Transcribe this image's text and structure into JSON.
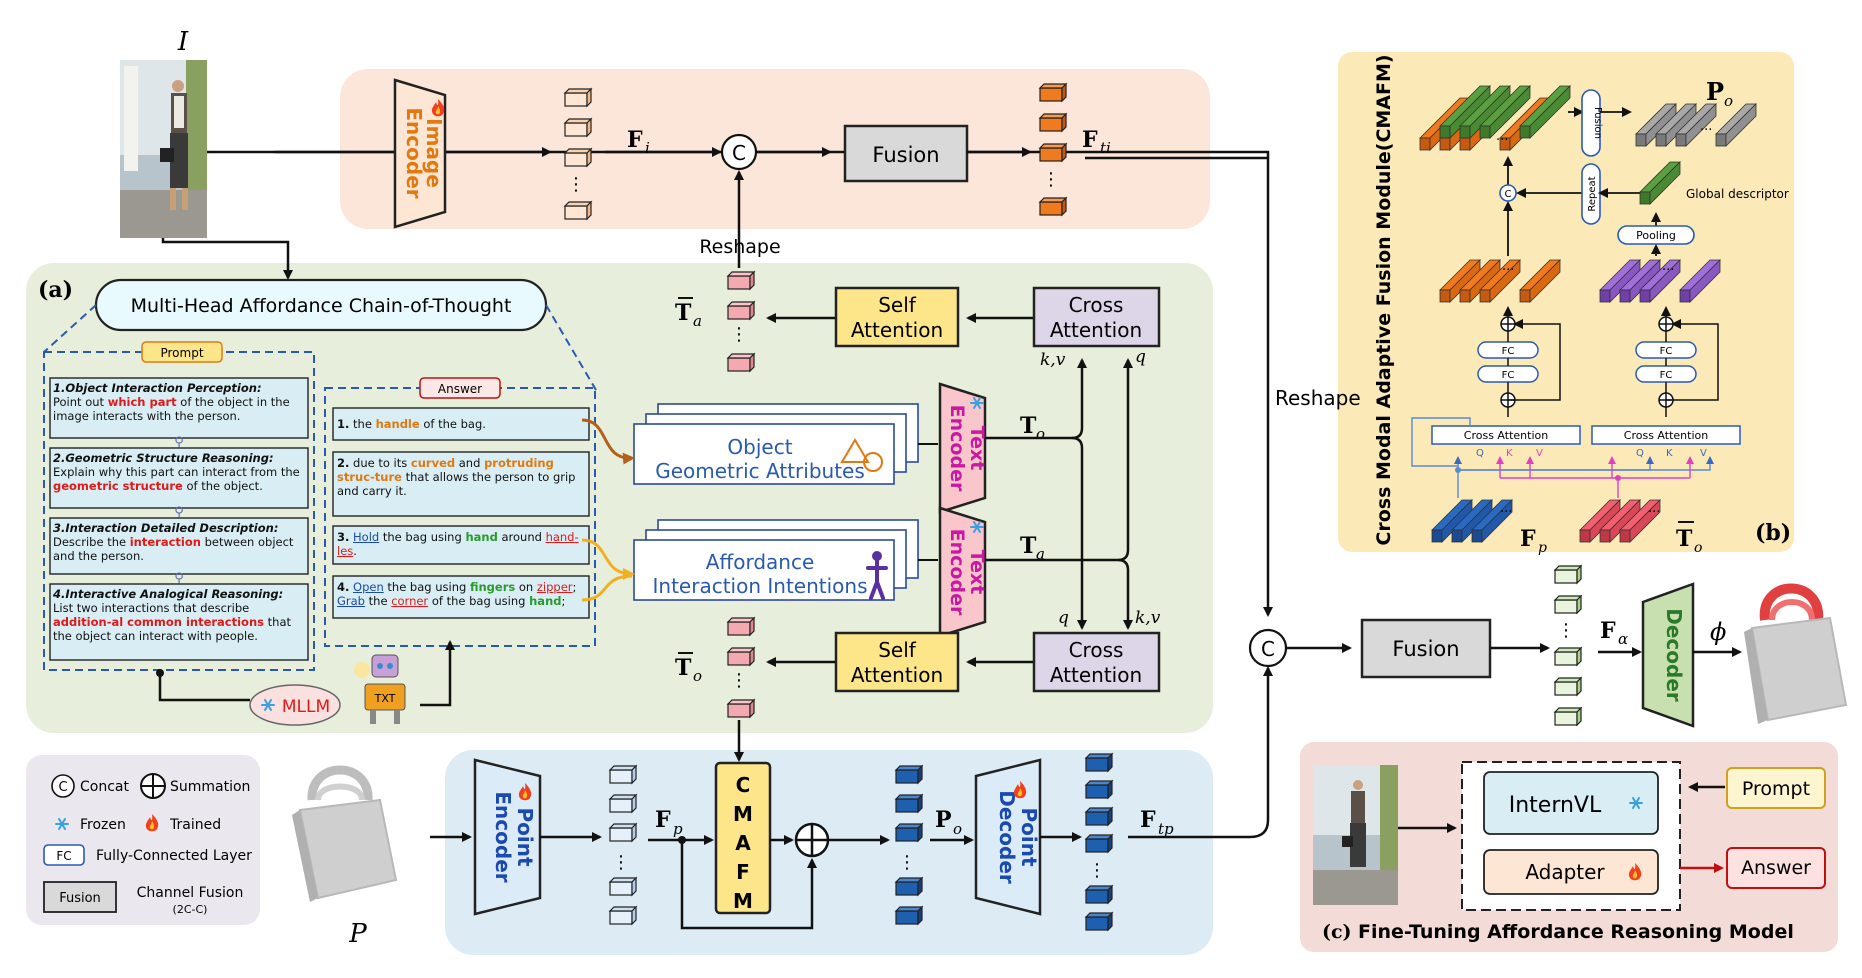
{
  "labels": {
    "I": "I",
    "P": "P",
    "Fi": "F",
    "Fi_sub": "i",
    "Fti": "F",
    "Fti_sub": "ti",
    "Ftp": "F",
    "Ftp_sub": "tp",
    "Fa": "F",
    "Fa_sub": "α",
    "Fp": "F",
    "Fp_sub": "p",
    "Po": "P",
    "Po_sub": "o",
    "To": "T",
    "To_sub": "o",
    "Ta": "T",
    "Ta_sub": "a",
    "Tbar_a": "T",
    "Tbar_a_sub": "a",
    "Tbar_o": "T",
    "Tbar_o_sub": "o",
    "phi": "ϕ",
    "kv": "k,v",
    "q": "q"
  },
  "blocks": {
    "image_encoder": [
      "Image",
      "Encoder"
    ],
    "text_encoder": [
      "Text",
      "Encoder"
    ],
    "point_encoder": [
      "Point",
      "Encoder"
    ],
    "point_decoder": [
      "Point",
      "Decoder"
    ],
    "decoder": "Decoder",
    "fusion": "Fusion",
    "self_attention": [
      "Self",
      "Attention"
    ],
    "cross_attention": [
      "Cross",
      "Attention"
    ],
    "cmafm": [
      "C",
      "M",
      "A",
      "F",
      "M"
    ],
    "reshape": "Reshape",
    "concat_symbol": "C",
    "object_attr": [
      "Object",
      "Geometric Attributes"
    ],
    "afford_attr": [
      "Affordance",
      "Interaction Intentions"
    ]
  },
  "panel_a": {
    "tag": "(a)",
    "title": "Multi-Head Affordance Chain-of-Thought",
    "prompt_tag": "Prompt",
    "answer_tag": "Answer",
    "mllm": "MLLM",
    "robot_txt": "TXT",
    "prompts": [
      {
        "head": "1.Object Interaction Perception:",
        "text": "Point out which part of the object in the image interacts with the person."
      },
      {
        "head": "2.Geometric Structure Reasoning:",
        "text": "Explain why this part can interact from the geometric structure of the object."
      },
      {
        "head": "3.Interaction Detailed Description:",
        "text": "Describe the interaction between object and the person."
      },
      {
        "head": "4.Interactive Analogical Reasoning:",
        "text": "List two interactions that describe additional common interactions that the object can interact with people."
      }
    ],
    "answers": [
      "1. the handle of the bag.",
      "2. due to its curved and protruding structure that allows the person to grip and carry it.",
      "3. Hold the bag using hand around handles.",
      "4. Open the bag using fingers on zipper; Grab the corner of the bag using hand;"
    ]
  },
  "panel_b": {
    "tag": "(b)",
    "title": "Cross Modal Adaptive Fusion Module(CMAFM)",
    "fusion": "Fusion",
    "repeat": "Repeat",
    "pooling": "Pooling",
    "global_descriptor": "Global descriptor",
    "fc": "FC",
    "cross_attention": "Cross Attention",
    "q": "Q",
    "k": "K",
    "v": "V",
    "Po": "P",
    "Po_sub": "o",
    "Fp": "F",
    "Fp_sub": "p",
    "To": "T",
    "To_sub": "o"
  },
  "panel_c": {
    "tag": "(c)",
    "title": "Fine-Tuning Affordance Reasoning Model",
    "internvl": "InternVL",
    "adapter": "Adapter",
    "prompt": "Prompt",
    "answer": "Answer"
  },
  "legend": {
    "concat": "Concat",
    "summation": "Summation",
    "frozen": "Frozen",
    "trained": "Trained",
    "fc_box": "FC",
    "fc_text": "Fully-Connected Layer",
    "fusion_box": "Fusion",
    "fusion_text": "Channel Fusion",
    "fusion_sub": "(2C-C)"
  },
  "colors": {
    "orange_panel": "#fbe6d9",
    "green_panel": "#e7eedb",
    "blue_panel": "#dcebf4",
    "yellow_panel": "#fbe9b8",
    "pink_panel": "#f3dcd8",
    "legend_panel": "#ebe7ee",
    "orange_feat": "#f07a1e",
    "blue_feat": "#1f5fb0",
    "pink_feat": "#f2a0a8",
    "green_feat": "#5a9a3a",
    "purple_feat": "#9a6ad0",
    "attention_box": "#dcd6e8",
    "self_box": "#fde68a"
  }
}
